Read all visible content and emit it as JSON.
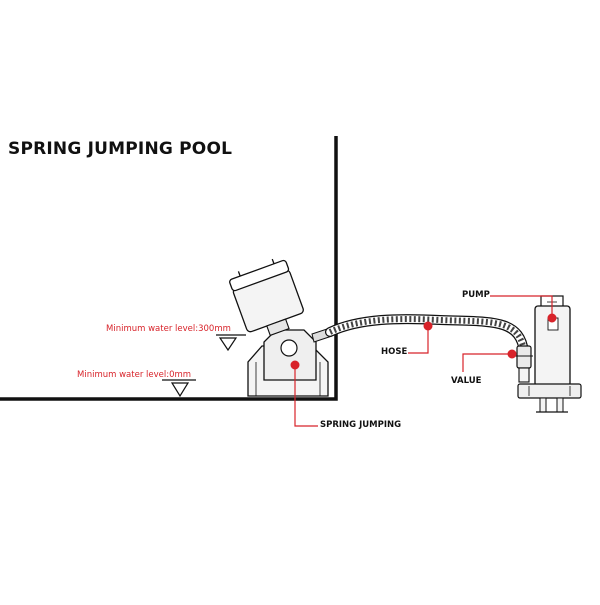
{
  "title": "SPRING JUMPING POOL",
  "labels": {
    "water_level_300": "Minimum water level:300mm",
    "water_level_0": "Minimum water level:0mm",
    "spring_jumping": "SPRING JUMPING",
    "hose": "HOSE",
    "value": "VALUE",
    "pump": "PUMP"
  },
  "colors": {
    "leader_line": "#d8232a",
    "outline": "#111111",
    "fill_light": "#f2f2f2"
  }
}
